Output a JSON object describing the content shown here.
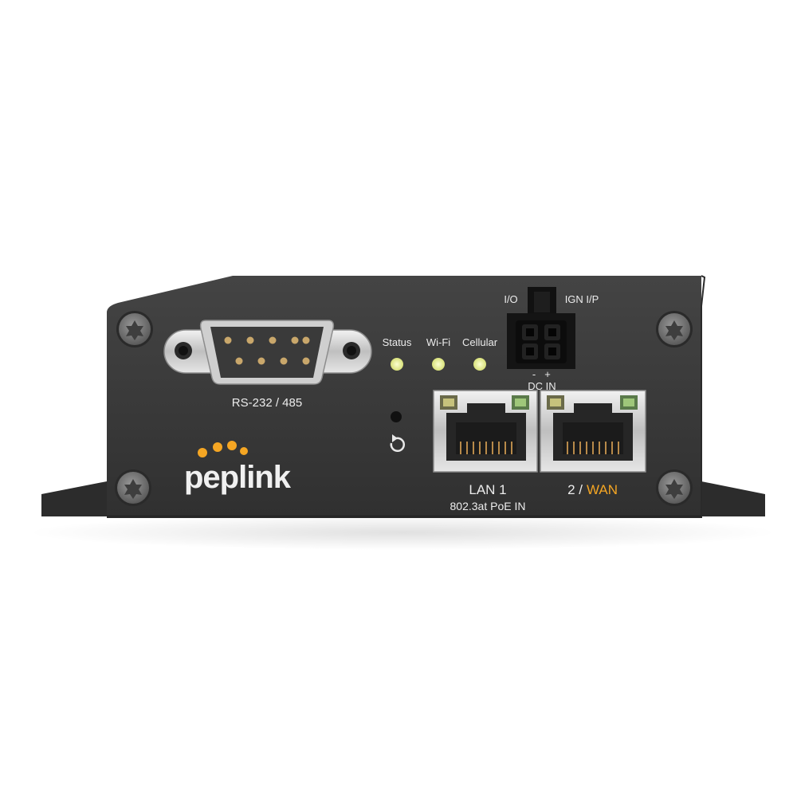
{
  "device": {
    "brand": "peplink",
    "serial_port_label": "RS-232 / 485",
    "leds": [
      {
        "label": "Status"
      },
      {
        "label": "Wi-Fi"
      },
      {
        "label": "Cellular"
      }
    ],
    "power_connector": {
      "left_label": "I/O",
      "right_label": "IGN I/P",
      "polarity_minus": "-",
      "polarity_plus": "+",
      "dc_label": "DC IN"
    },
    "ports": {
      "lan_label": "LAN 1",
      "lan_sublabel": "802.3at PoE IN",
      "wan_prefix": "2 /",
      "wan_label": "WAN"
    },
    "reset_icon": "reset-arrow-icon"
  },
  "colors": {
    "body": "#393939",
    "accent_wan": "#f5a623",
    "logo_dots": "#f5a623",
    "led": "#eaf0a0",
    "label": "#ececec"
  }
}
